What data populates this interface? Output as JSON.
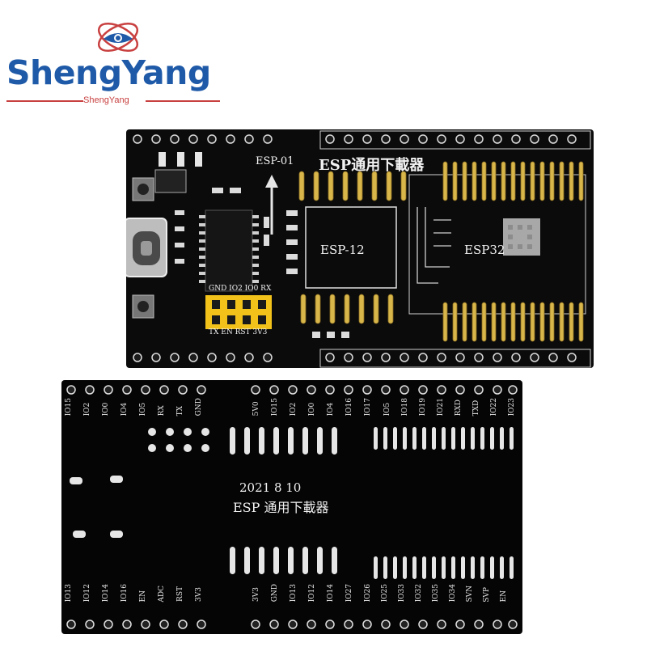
{
  "brand": {
    "name": "ShengYang",
    "subtitle": "ShengYang"
  },
  "top_board": {
    "labels": {
      "esp01": "ESP-01",
      "title": "ESP通用下載器",
      "esp12": "ESP-12",
      "esp32": "ESP32"
    },
    "header_pins_top": "GND IO2 IO0 RX",
    "header_pins_bottom": "TX EN RST 3V3"
  },
  "bottom_board": {
    "date": "2021 8 10",
    "title": "ESP 通用下載器",
    "top_pins_left": [
      "IO15",
      "IO2",
      "IO0",
      "IO4",
      "IO5",
      "RX",
      "TX",
      "GND"
    ],
    "top_pins_mid": [
      "5V0",
      "IO15",
      "IO2",
      "IO0",
      "IO4",
      "IO16",
      "IO17"
    ],
    "top_pins_right": [
      "IO5",
      "IO18",
      "IO19",
      "IO21",
      "RXD",
      "TXD",
      "IO22",
      "IO23"
    ],
    "bottom_pins_left": [
      "IO13",
      "IO12",
      "IO14",
      "IO16",
      "EN",
      "ADC",
      "RST",
      "3V3"
    ],
    "bottom_pins_mid": [
      "3V3",
      "GND",
      "IO13",
      "IO12",
      "IO14",
      "IO27"
    ],
    "bottom_pins_right": [
      "IO26",
      "IO25",
      "IO33",
      "IO32",
      "IO35",
      "IO34",
      "SVN",
      "SVP",
      "EN"
    ]
  },
  "colors": {
    "brand_blue": "#1f5aa8",
    "brand_red": "#c94040",
    "pcb": "#0b0b0b",
    "gold": "#d8b64a",
    "yellow_header": "#f2c21a"
  }
}
